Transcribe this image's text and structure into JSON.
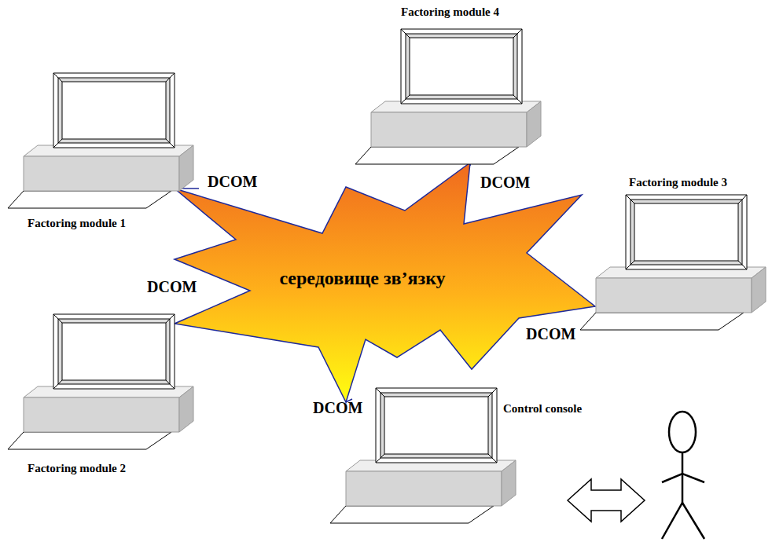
{
  "diagram": {
    "nodes": [
      {
        "text": [
          "середовище зв’язку"
        ]
      },
      {
        "text": [
          "Factoring module 1"
        ]
      },
      {
        "text": [
          "Factoring module 2"
        ]
      },
      {
        "text": [
          "Factoring module 3"
        ]
      },
      {
        "text": [
          "Factoring module 4"
        ]
      },
      {
        "text": [
          "Control console"
        ]
      }
    ],
    "edges": [
      {
        "from": 1,
        "to": 0,
        "arrow": "none",
        "label": "DCOM"
      },
      {
        "from": 2,
        "to": 0,
        "arrow": "none",
        "label": "DCOM"
      },
      {
        "from": 3,
        "to": 0,
        "arrow": "none",
        "label": "DCOM"
      },
      {
        "from": 4,
        "to": 0,
        "arrow": "none",
        "label": "DCOM"
      },
      {
        "from": 5,
        "to": 0,
        "arrow": "none",
        "label": "DCOM"
      }
    ]
  }
}
